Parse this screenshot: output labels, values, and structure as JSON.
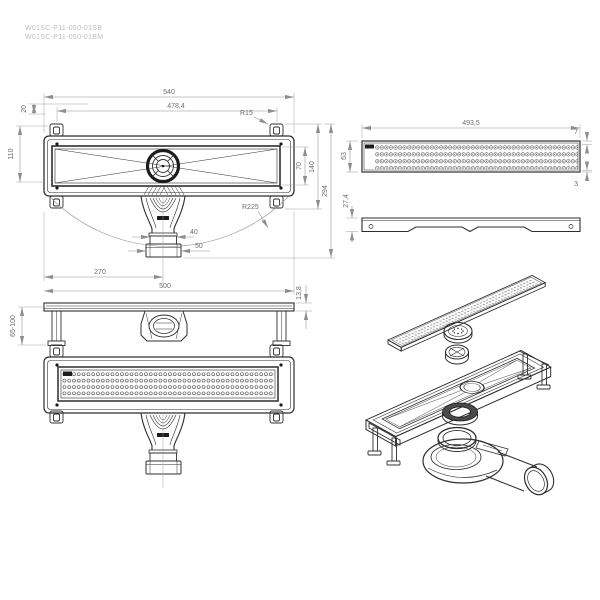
{
  "header": {
    "part_numbers": {
      "line1": "W01SC-P11-050-01SB",
      "line2": "W01SC-P11-050-01BM"
    }
  },
  "colors": {
    "background": "#ffffff",
    "geometry_line": "#2f2f2f",
    "dimension_line": "#8f8f8f",
    "dimension_text": "#6e6e6e",
    "part_number_text": "#bdbdbd",
    "dark_fill": "#1c1c1c"
  },
  "views": {
    "front": {
      "dims": {
        "total_width": "540",
        "mount_width": "478,4",
        "corner_radius": "R15",
        "clip_offset": "20",
        "left_height": "110",
        "channel_inner_height": "70",
        "channel_outer_height": "140",
        "overall_height": "294",
        "swing_radius": "R225",
        "outlet_pipe_diameter": "40",
        "outlet_coupling_diameter": "50",
        "outlet_center_offset": "270",
        "base_length": "500"
      }
    },
    "side": {
      "dims": {
        "adjustable_leg_height": "65-100",
        "rim_height": "13,8"
      }
    },
    "grate_plan": {
      "dims": {
        "grate_length": "493,5",
        "grate_width": "63",
        "edge_margin_top": "7",
        "edge_margin_bottom": "3"
      }
    },
    "grate_profile": {
      "dims": {
        "profile_height": "27,4"
      }
    }
  }
}
